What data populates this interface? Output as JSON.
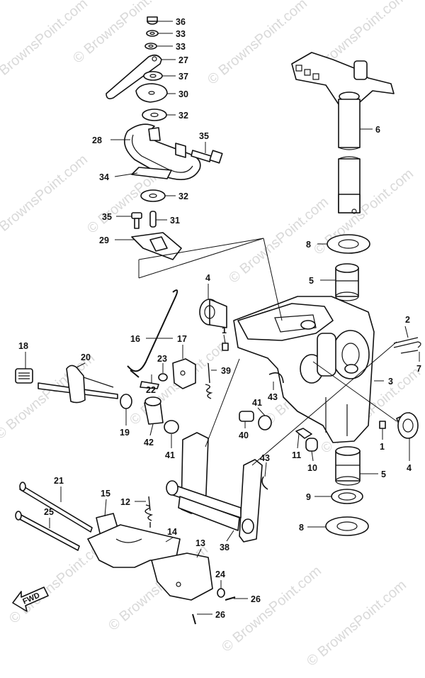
{
  "watermark": "© BrownsPoint.com",
  "fwd_label": "FWD",
  "callouts": [
    {
      "id": "c36",
      "label": "36"
    },
    {
      "id": "c33a",
      "label": "33"
    },
    {
      "id": "c33b",
      "label": "33"
    },
    {
      "id": "c27",
      "label": "27"
    },
    {
      "id": "c37",
      "label": "37"
    },
    {
      "id": "c30",
      "label": "30"
    },
    {
      "id": "c32a",
      "label": "32"
    },
    {
      "id": "c28",
      "label": "28"
    },
    {
      "id": "c35a",
      "label": "35"
    },
    {
      "id": "c34",
      "label": "34"
    },
    {
      "id": "c32b",
      "label": "32"
    },
    {
      "id": "c35b",
      "label": "35"
    },
    {
      "id": "c31",
      "label": "31"
    },
    {
      "id": "c29",
      "label": "29"
    },
    {
      "id": "c6",
      "label": "6"
    },
    {
      "id": "c8a",
      "label": "8"
    },
    {
      "id": "c5a",
      "label": "5"
    },
    {
      "id": "c4a",
      "label": "4"
    },
    {
      "id": "c2",
      "label": "2"
    },
    {
      "id": "c7",
      "label": "7"
    },
    {
      "id": "c3",
      "label": "3"
    },
    {
      "id": "c16",
      "label": "16"
    },
    {
      "id": "c1a",
      "label": "1"
    },
    {
      "id": "c17",
      "label": "17"
    },
    {
      "id": "c18",
      "label": "18"
    },
    {
      "id": "c20",
      "label": "20"
    },
    {
      "id": "c23",
      "label": "23"
    },
    {
      "id": "c39",
      "label": "39"
    },
    {
      "id": "c22",
      "label": "22"
    },
    {
      "id": "c43a",
      "label": "43"
    },
    {
      "id": "c41a",
      "label": "41"
    },
    {
      "id": "c40",
      "label": "40"
    },
    {
      "id": "c19",
      "label": "19"
    },
    {
      "id": "c42",
      "label": "42"
    },
    {
      "id": "c41b",
      "label": "41"
    },
    {
      "id": "c11",
      "label": "11"
    },
    {
      "id": "c1b",
      "label": "1"
    },
    {
      "id": "c4b",
      "label": "4"
    },
    {
      "id": "c10",
      "label": "10"
    },
    {
      "id": "c43b",
      "label": "43"
    },
    {
      "id": "c5b",
      "label": "5"
    },
    {
      "id": "c21",
      "label": "21"
    },
    {
      "id": "c15",
      "label": "15"
    },
    {
      "id": "c12",
      "label": "12"
    },
    {
      "id": "c9",
      "label": "9"
    },
    {
      "id": "c25",
      "label": "25"
    },
    {
      "id": "c14",
      "label": "14"
    },
    {
      "id": "c8b",
      "label": "8"
    },
    {
      "id": "c38",
      "label": "38"
    },
    {
      "id": "c13",
      "label": "13"
    },
    {
      "id": "c24",
      "label": "24"
    },
    {
      "id": "c26a",
      "label": "26"
    },
    {
      "id": "c26b",
      "label": "26"
    }
  ]
}
